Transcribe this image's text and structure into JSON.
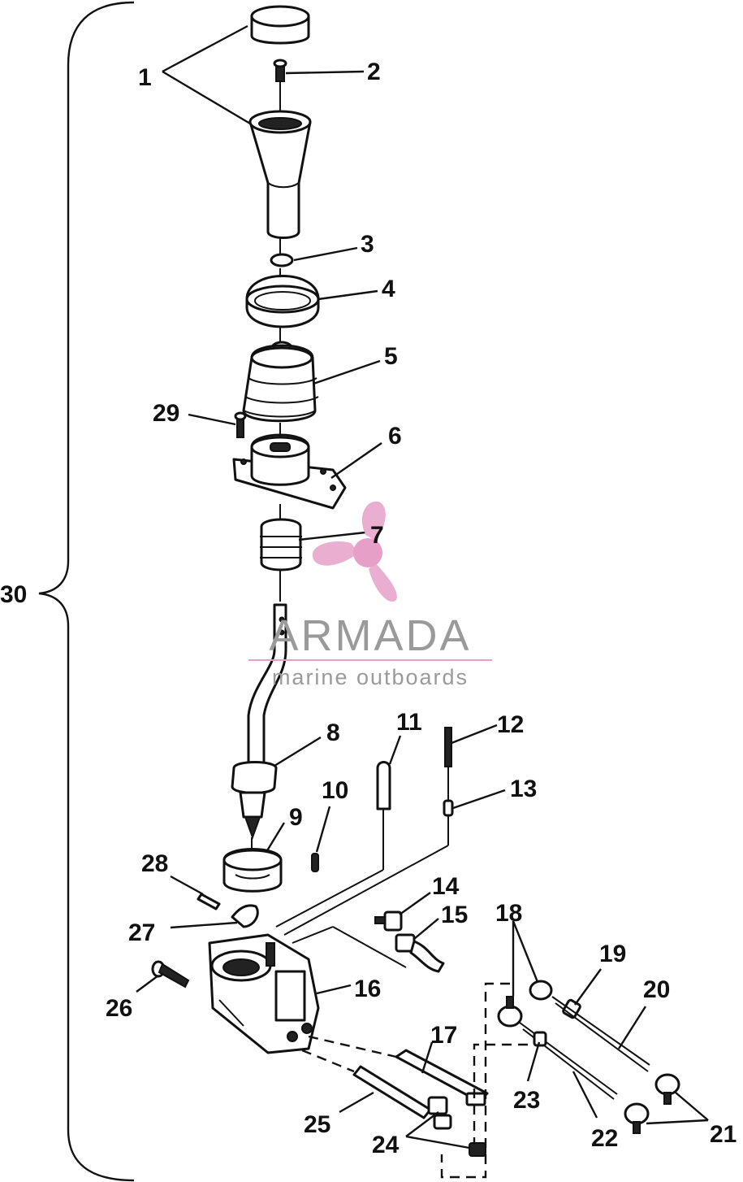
{
  "callouts": {
    "p1": "1",
    "p2": "2",
    "p3": "3",
    "p4": "4",
    "p5": "5",
    "p6": "6",
    "p7": "7",
    "p8": "8",
    "p9": "9",
    "p10": "10",
    "p11": "11",
    "p12": "12",
    "p13": "13",
    "p14": "14",
    "p15": "15",
    "p16": "16",
    "p17": "17",
    "p18": "18",
    "p19": "19",
    "p20": "20",
    "p21": "21",
    "p22": "22",
    "p23": "23",
    "p24": "24",
    "p25": "25",
    "p26": "26",
    "p27": "27",
    "p28": "28",
    "p29": "29",
    "p30": "30"
  },
  "watermark": {
    "brand": "ARMADA",
    "tagline": "marine outboards",
    "text_color": "#9a9a9a",
    "accent_color": "#e6a0c8",
    "icon": "propeller-logo"
  }
}
